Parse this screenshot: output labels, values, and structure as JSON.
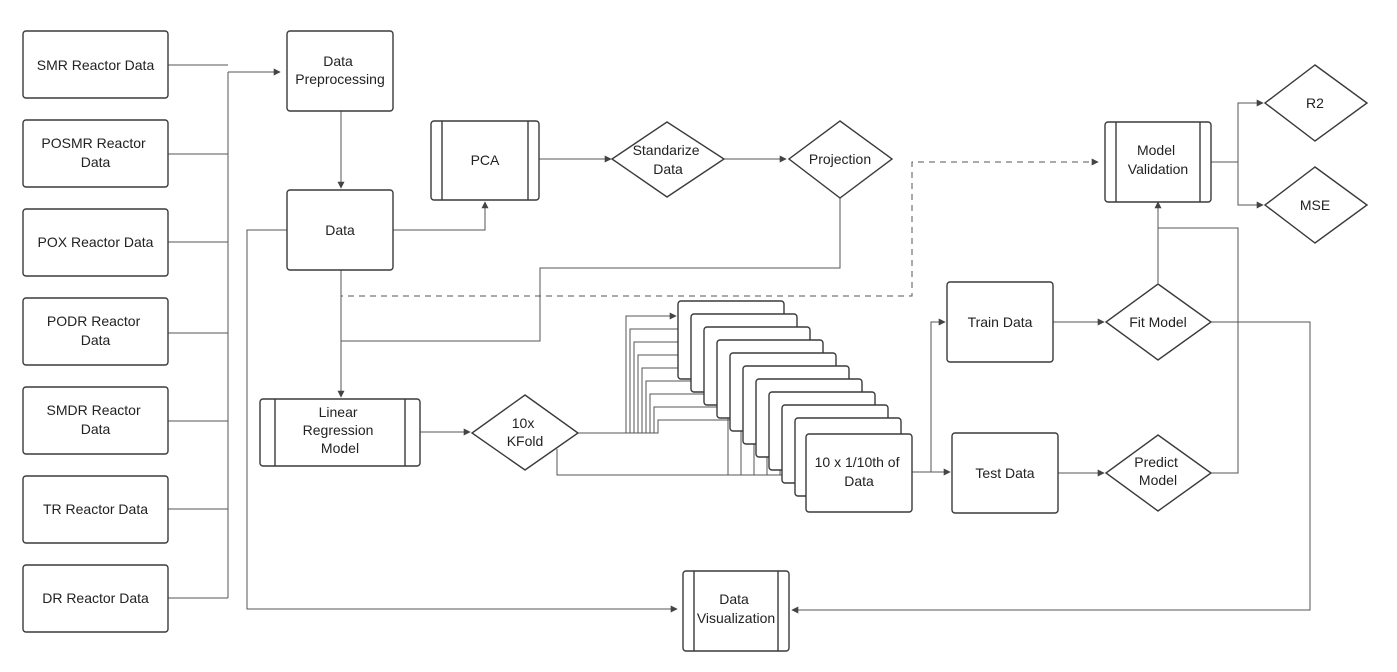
{
  "nodes": {
    "smr": [
      "SMR Reactor Data"
    ],
    "posmr": [
      "POSMR Reactor",
      "Data"
    ],
    "pox": [
      "POX Reactor Data"
    ],
    "podr": [
      "PODR Reactor",
      "Data"
    ],
    "smdr": [
      "SMDR Reactor",
      "Data"
    ],
    "tr": [
      "TR Reactor Data"
    ],
    "dr": [
      "DR Reactor Data"
    ],
    "preprocessing": [
      "Data",
      "Preprocessing"
    ],
    "data": [
      "Data"
    ],
    "pca": [
      "PCA"
    ],
    "standardize": [
      "Standarize",
      "Data"
    ],
    "projection": [
      "Projection"
    ],
    "linear_regression": [
      "Linear",
      "Regression",
      "Model"
    ],
    "kfold": [
      "10x",
      "KFold"
    ],
    "folds": [
      "10 x 1/10th of",
      "Data"
    ],
    "train": [
      "Train Data"
    ],
    "test": [
      "Test Data"
    ],
    "fit": [
      "Fit Model"
    ],
    "predict": [
      "Predict",
      "Model"
    ],
    "validation": [
      "Model",
      "Validation"
    ],
    "r2": [
      "R2"
    ],
    "mse": [
      "MSE"
    ],
    "visualization": [
      "Data",
      "Visualization"
    ]
  }
}
